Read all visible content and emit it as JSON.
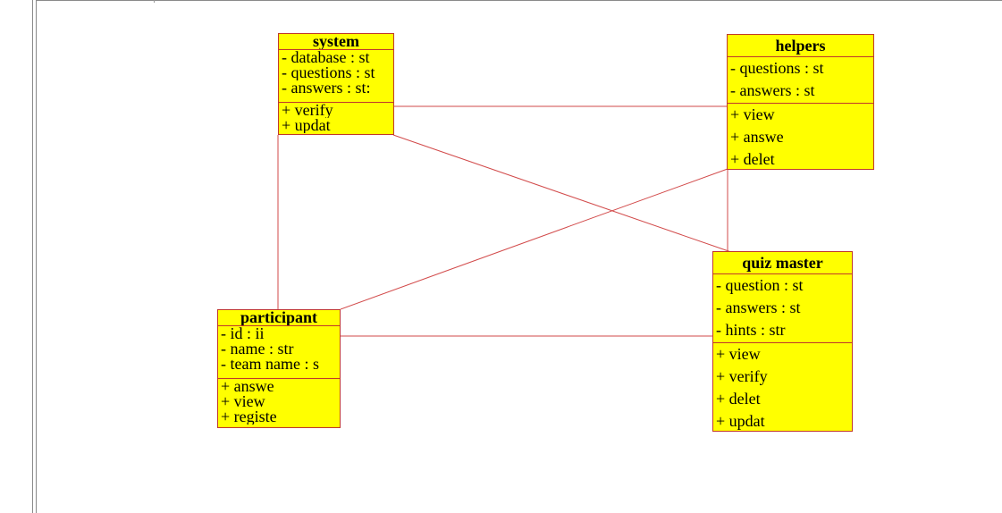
{
  "diagram": {
    "classes": [
      {
        "id": "system",
        "name": "system",
        "attributes": [
          "- database : st",
          "- questions : st",
          "- answers : st:"
        ],
        "operations": [
          "+ verify",
          "+ updat"
        ]
      },
      {
        "id": "helpers",
        "name": "helpers",
        "attributes": [
          "- questions : st",
          "- answers : st"
        ],
        "operations": [
          "+ view",
          "+ answe",
          "+ delet"
        ]
      },
      {
        "id": "participant",
        "name": "participant",
        "attributes": [
          "- id : ii",
          "- name : str",
          "- team name : s"
        ],
        "operations": [
          "+ answe",
          "+ view",
          "+ registe"
        ]
      },
      {
        "id": "quiz-master",
        "name": "quiz master",
        "attributes": [
          "- question : st",
          "- answers : st",
          "- hints : str"
        ],
        "operations": [
          "+ view",
          "+ verify",
          "+ delet",
          "+ updat"
        ]
      }
    ],
    "associations": [
      {
        "from": "system",
        "to": "helpers"
      },
      {
        "from": "system",
        "to": "participant"
      },
      {
        "from": "system",
        "to": "quiz-master"
      },
      {
        "from": "helpers",
        "to": "participant"
      },
      {
        "from": "helpers",
        "to": "quiz-master"
      },
      {
        "from": "participant",
        "to": "quiz-master"
      }
    ],
    "colors": {
      "class_fill": "#ffff00",
      "border": "#c0392b",
      "link": "#d24a4a"
    }
  }
}
